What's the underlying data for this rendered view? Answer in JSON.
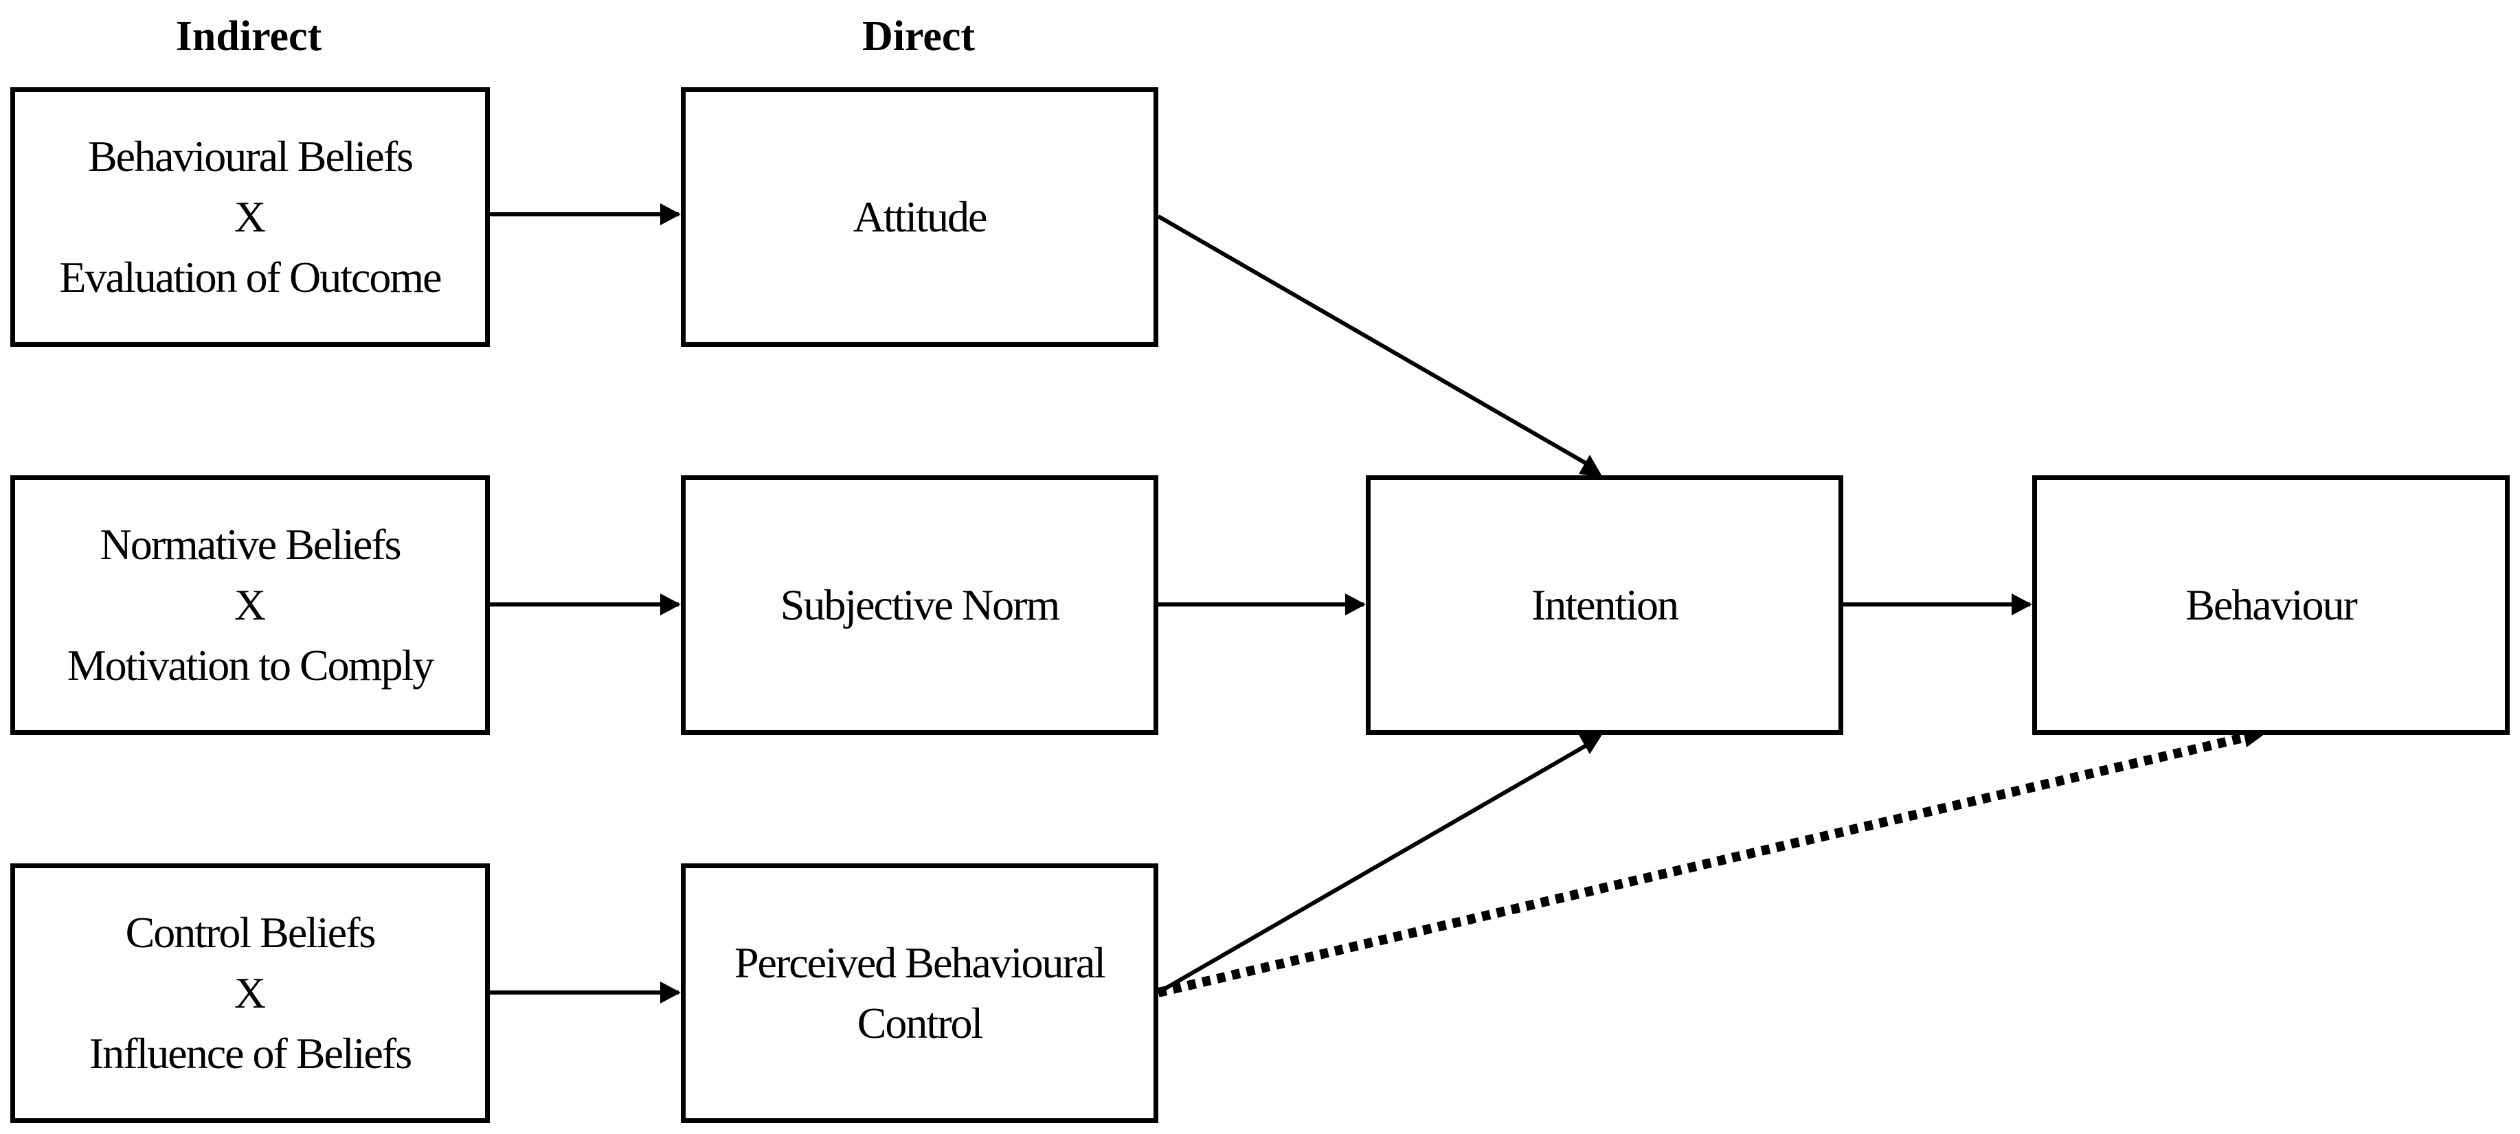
{
  "headers": {
    "indirect": "Indirect",
    "direct": "Direct"
  },
  "boxes": {
    "behavioural_beliefs": {
      "line1": "Behavioural Beliefs",
      "operator": "X",
      "line2": "Evaluation of Outcome"
    },
    "normative_beliefs": {
      "line1": "Normative Beliefs",
      "operator": "X",
      "line2": "Motivation to Comply"
    },
    "control_beliefs": {
      "line1": "Control Beliefs",
      "operator": "X",
      "line2": "Influence of Beliefs"
    },
    "attitude": "Attitude",
    "subjective_norm": "Subjective Norm",
    "perceived_behavioural_control": {
      "line1": "Perceived Behavioural",
      "line2": "Control"
    },
    "intention": "Intention",
    "behaviour": "Behaviour"
  },
  "connections": [
    {
      "from": "behavioural_beliefs",
      "to": "attitude",
      "style": "solid"
    },
    {
      "from": "normative_beliefs",
      "to": "subjective_norm",
      "style": "solid"
    },
    {
      "from": "control_beliefs",
      "to": "perceived_behavioural_control",
      "style": "solid"
    },
    {
      "from": "attitude",
      "to": "intention",
      "style": "solid"
    },
    {
      "from": "subjective_norm",
      "to": "intention",
      "style": "solid"
    },
    {
      "from": "perceived_behavioural_control",
      "to": "intention",
      "style": "solid"
    },
    {
      "from": "intention",
      "to": "behaviour",
      "style": "solid"
    },
    {
      "from": "perceived_behavioural_control",
      "to": "behaviour",
      "style": "dotted"
    }
  ],
  "colors": {
    "stroke": "#000000",
    "background": "#ffffff"
  }
}
